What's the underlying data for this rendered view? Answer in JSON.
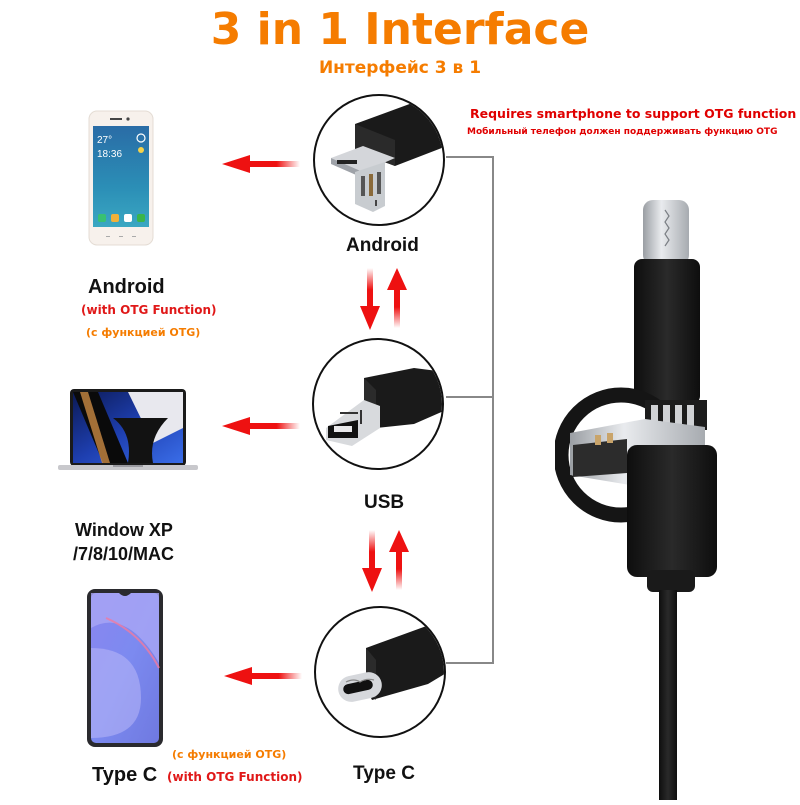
{
  "header": {
    "title": "3 in 1 Interface",
    "subtitle": "Интерфейс 3 в 1"
  },
  "notice": {
    "en": "Requires smartphone to support OTG function",
    "ru": "Мобильный телефон должен поддерживать функцию OTG"
  },
  "devices": [
    {
      "name": "Android",
      "otg_en": "(with OTG Function)",
      "otg_ru": "(с функцией OTG)",
      "image": "android-phone-icon",
      "screen": {
        "temp": "27°",
        "time": "18:36"
      }
    },
    {
      "name_line1": "Window XP",
      "name_line2": "/7/8/10/MAC",
      "image": "laptop-icon"
    },
    {
      "name": "Type C",
      "otg_en": "(with OTG Function)",
      "otg_ru": "(с функцией OTG)",
      "image": "typec-phone-icon"
    }
  ],
  "connectors": [
    {
      "label": "Android",
      "image": "micro-usb-connector-icon"
    },
    {
      "label": "USB",
      "image": "usb-a-connector-icon"
    },
    {
      "label": "Type C",
      "image": "usb-c-connector-icon"
    }
  ],
  "product": {
    "image": "3-in-1-cable-icon"
  },
  "colors": {
    "accent_orange": "#f57c00",
    "warning_red": "#e00000",
    "arrow_red": "#ee1111",
    "bracket_gray": "#888888"
  }
}
